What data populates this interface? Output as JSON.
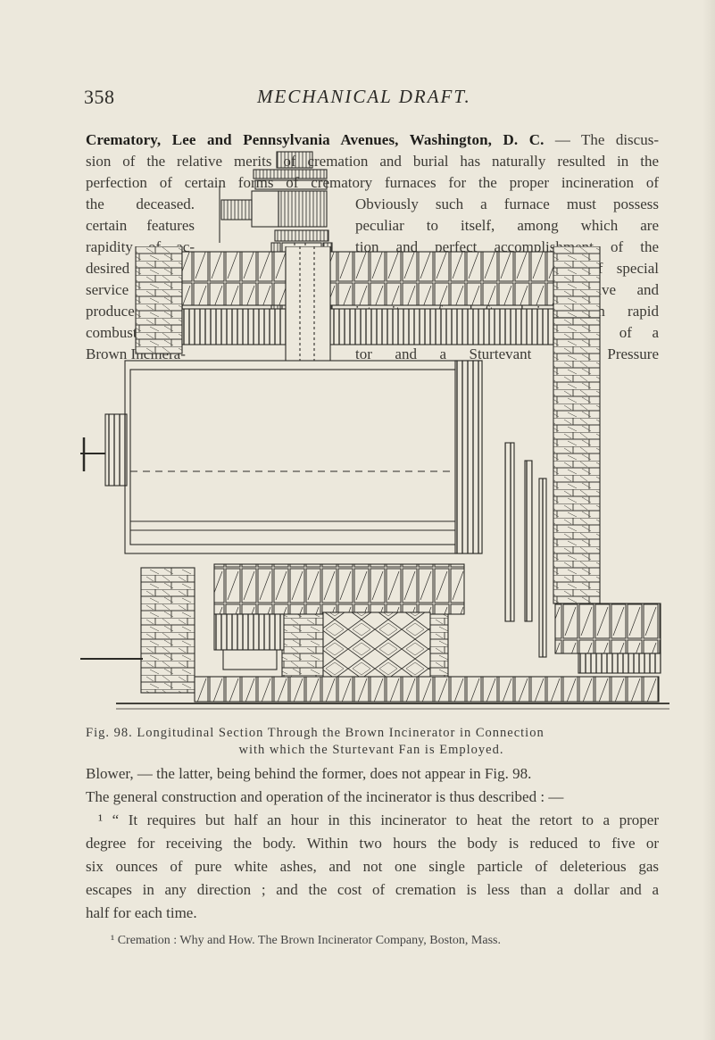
{
  "page": {
    "number": "358",
    "running_head": "MECHANICAL DRAFT."
  },
  "paragraph_top": {
    "lead": "Crematory, Lee and Pennsylvania Avenues, Washington, D. C.",
    "lead_rest": " — The discus-",
    "line2": "sion of the relative merits of cremation and burial has naturally resulted in the",
    "line3": "perfection of certain forms of crematory furnaces for the proper incineration of",
    "left_col": [
      "the deceased.",
      "certain features",
      "rapidity of ac-",
      "desired result.",
      "service in that",
      "produces the",
      "combustion.",
      "Brown Incinera-"
    ],
    "right_col": [
      "Obviously such a furnace must possess",
      "peculiar to itself, among which are",
      "tion and perfect accomplishment of the",
      "In this connection, the fan is of special",
      "it renders the operation positive and",
      "intensity of draft desirable in rapid",
      "The above-named plant consists of a",
      "tor and a Sturtevant Steel Pressure"
    ]
  },
  "figure": {
    "caption_line1": "Fig. 98. Longitudinal Section Through the Brown Incinerator in Connection",
    "caption_line2": "with which the Sturtevant Fan is Employed."
  },
  "paragraph_bottom": {
    "line1": "Blower, — the latter, being behind the former, does not appear in Fig. 98.",
    "line2": "The general construction and operation of the incinerator is thus described : —",
    "line3": "¹ “ It requires but half an hour in this incinerator to heat the retort to a proper",
    "line4": "degree for receiving the body.  Within two hours the body is reduced to five or",
    "line5": "six ounces of pure white ashes, and not one single particle of deleterious gas",
    "line6": "escapes in any direction ; and the cost of cremation is less than a dollar and a",
    "line7": "half for each time."
  },
  "footnote": "¹ Cremation : Why and How.  The Brown Incinerator Company, Boston, Mass."
}
